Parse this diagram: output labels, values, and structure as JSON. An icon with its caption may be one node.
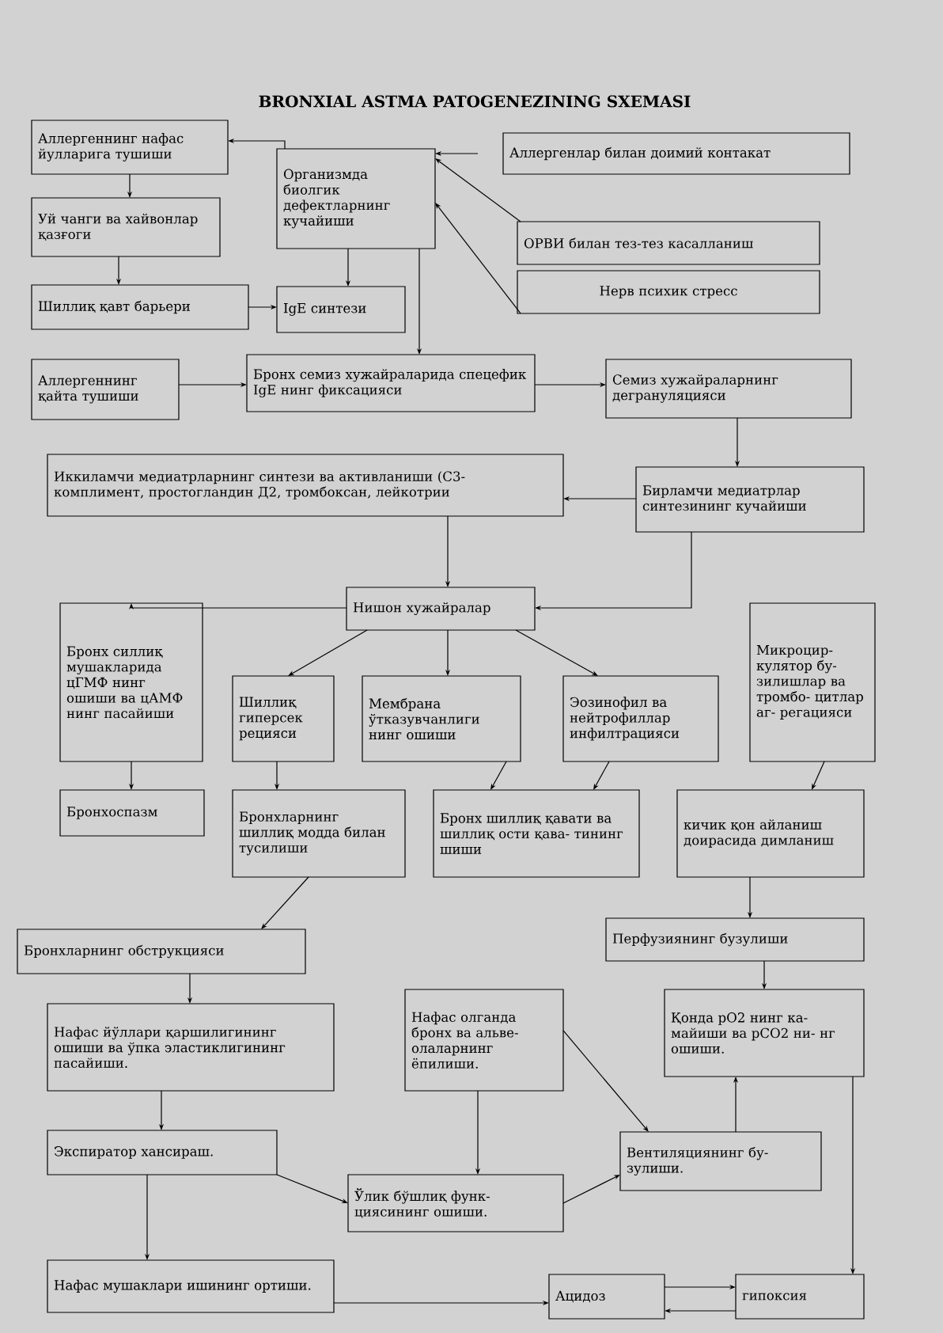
{
  "diagram": {
    "title": "BRONXIAL ASTMA PATOGENEZINING SXEMASI",
    "nodes": [
      {
        "text": [
          "Аллергеннинг нафас йулларига тушиши"
        ]
      },
      {
        "text": [
          "Организмда биолгик дефектларнинг кучайиши"
        ]
      },
      {
        "text": [
          "Аллергенлар билан доимий контакат"
        ]
      },
      {
        "text": [
          "Уй чанги ва хайвонлар қазғоги"
        ]
      },
      {
        "text": [
          "ОРВИ билан тез-тез касалланиш"
        ]
      },
      {
        "text": [
          "Нерв психик стресс"
        ]
      },
      {
        "text": [
          "Шиллиқ қавт барьери"
        ]
      },
      {
        "text": [
          "IgE синтези"
        ]
      },
      {
        "text": [
          "Аллергеннинг қайта тушиши"
        ]
      },
      {
        "text": [
          "Бронх семиз хужайраларида спецефик IgE нинг фиксацияси"
        ]
      },
      {
        "text": [
          "Семиз хужайраларнинг дегрануляцияси"
        ]
      },
      {
        "text": [
          "Иккиламчи медиатрларнинг синтези ва активланиши (С3- комплимент, простогландин Д2, тромбоксан, лейкотрии"
        ]
      },
      {
        "text": [
          "Бирламчи медиатрлар синтезининг кучайиши"
        ]
      },
      {
        "text": [
          "Нишон хужайралар"
        ]
      },
      {
        "text": [
          "Бронх силлиқ мушакларида цГМФ нинг ошиши ва цАМФ нинг пасайиши"
        ]
      },
      {
        "text": [
          "Шиллиқ гиперсек рецияси"
        ]
      },
      {
        "text": [
          "Мембрана ўтказувчанлиги нинг ошиши"
        ]
      },
      {
        "text": [
          "Эозинофил ва нейтрофиллар инфилтрацияси"
        ]
      },
      {
        "text": [
          "Микроцир- кулятор бу- зилишлар ва тромбо- цитлар аг- регацияси"
        ]
      },
      {
        "text": [
          "Бронхоспазм"
        ]
      },
      {
        "text": [
          "Бронхларнинг шиллиқ модда билан тусилиши"
        ]
      },
      {
        "text": [
          "Бронх шиллиқ қавати ва шиллиқ ости қава- тининг шиши"
        ]
      },
      {
        "text": [
          "кичик қон айланиш доирасида димланиш"
        ]
      },
      {
        "text": [
          "Бронхларнинг обструкцияси"
        ]
      },
      {
        "text": [
          "Перфузиянинг бузулиши"
        ]
      },
      {
        "text": [
          "Нафас йўллари қаршилигининг ошиши ва ўпка эластиклигининг пасайиши."
        ]
      },
      {
        "text": [
          "Нафас олганда бронх ва альве- олаларнинг ёпилиши."
        ]
      },
      {
        "text": [
          "Қонда pO2 нинг ка- майиши ва pCO2 ни- нг ошиши."
        ]
      },
      {
        "text": [
          "Экспиратор хансираш."
        ]
      },
      {
        "text": [
          "Вентиляциянинг бу- зулиши."
        ]
      },
      {
        "text": [
          "Ўлик бўшлиқ функ- циясининг ошиши."
        ]
      },
      {
        "text": [
          "Нафас мушаклари ишининг ортиши."
        ]
      },
      {
        "text": [
          "Ацидоз"
        ]
      },
      {
        "text": [
          "гипоксия"
        ]
      }
    ],
    "edges": [
      {
        "from": 1,
        "to": 0,
        "arrow": "to"
      },
      {
        "from": null,
        "to": 1,
        "arrow": "to"
      },
      {
        "from": 4,
        "to": 1,
        "arrow": "to"
      },
      {
        "from": 5,
        "to": 1,
        "arrow": "to"
      },
      {
        "from": 0,
        "to": 3,
        "arrow": "to"
      },
      {
        "from": 3,
        "to": 6,
        "arrow": "to"
      },
      {
        "from": 6,
        "to": 7,
        "arrow": "to"
      },
      {
        "from": 1,
        "to": 7,
        "arrow": "to"
      },
      {
        "from": 1,
        "to": 9,
        "arrow": "to"
      },
      {
        "from": 8,
        "to": 9,
        "arrow": "to"
      },
      {
        "from": 9,
        "to": 10,
        "arrow": "to"
      },
      {
        "from": 10,
        "to": 12,
        "arrow": "to"
      },
      {
        "from": 12,
        "to": 11,
        "arrow": "to"
      },
      {
        "from": 11,
        "to": 13,
        "arrow": "to"
      },
      {
        "from": 12,
        "to": 13,
        "arrow": "to"
      },
      {
        "from": 13,
        "to": 14,
        "arrow": "to"
      },
      {
        "from": 13,
        "to": 15,
        "arrow": "to"
      },
      {
        "from": 13,
        "to": 16,
        "arrow": "to"
      },
      {
        "from": 13,
        "to": 17,
        "arrow": "to"
      },
      {
        "from": 14,
        "to": 19,
        "arrow": "to"
      },
      {
        "from": 15,
        "to": 20,
        "arrow": "to"
      },
      {
        "from": 16,
        "to": 21,
        "arrow": "to"
      },
      {
        "from": 17,
        "to": 21,
        "arrow": "to"
      },
      {
        "from": 18,
        "to": 22,
        "arrow": "to"
      },
      {
        "from": 20,
        "to": 23,
        "arrow": "to"
      },
      {
        "from": 22,
        "to": 24,
        "arrow": "to"
      },
      {
        "from": 24,
        "to": 27,
        "arrow": "to"
      },
      {
        "from": 23,
        "to": 25,
        "arrow": "to"
      },
      {
        "from": 25,
        "to": 28,
        "arrow": "to"
      },
      {
        "from": 28,
        "to": 31,
        "arrow": "to"
      },
      {
        "from": 28,
        "to": 30,
        "arrow": "to"
      },
      {
        "from": 26,
        "to": 30,
        "arrow": "to"
      },
      {
        "from": 26,
        "to": 29,
        "arrow": "to"
      },
      {
        "from": 30,
        "to": 29,
        "arrow": "to"
      },
      {
        "from": 29,
        "to": 27,
        "arrow": "to"
      },
      {
        "from": 31,
        "to": 32,
        "arrow": "to"
      },
      {
        "from": 32,
        "to": 33,
        "arrow": "to"
      },
      {
        "from": 33,
        "to": 32,
        "arrow": "to"
      },
      {
        "from": 27,
        "to": 33,
        "arrow": "to"
      }
    ]
  }
}
